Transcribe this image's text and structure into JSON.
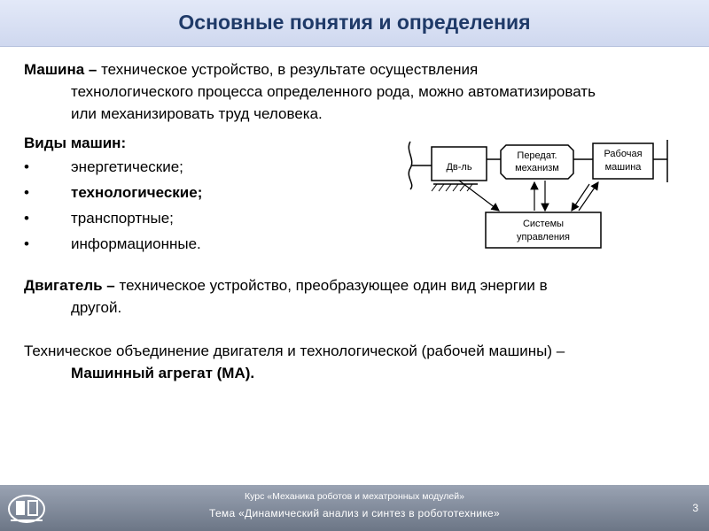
{
  "header": {
    "title": "Основные понятия и определения"
  },
  "content": {
    "machine_def": {
      "term": "Машина –",
      "line1": "техническое устройство, в результате осуществления",
      "line2": "технологического процесса определенного рода, можно автоматизировать",
      "line3": "или механизировать труд человека."
    },
    "types_title": "Виды машин:",
    "types": [
      {
        "bullet": "•",
        "label": "энергетические;"
      },
      {
        "bullet": "•",
        "label": "технологические;"
      },
      {
        "bullet": "•",
        "label": "транспортные;"
      },
      {
        "bullet": "•",
        "label": "информационные."
      }
    ],
    "engine_def": {
      "term": "Двигатель –",
      "line1": "техническое устройство, преобразующее один вид энергии в",
      "line2": "другой."
    },
    "aggregate_def": {
      "line1": "Техническое объединение двигателя и технологической (рабочей машины) –",
      "line2": "Машинный агрегат (МА)."
    }
  },
  "diagram": {
    "engine_box": "Дв-ль",
    "transmission_box": [
      "Передат.",
      "механизм"
    ],
    "working_box": [
      "Рабочая",
      "машина"
    ],
    "control_box": [
      "Системы",
      "управления"
    ]
  },
  "footer": {
    "course": "Курс «Механика роботов и мехатронных модулей»",
    "topic": "Тема «Динамический анализ и синтез в робототехнике»",
    "page": "3"
  }
}
